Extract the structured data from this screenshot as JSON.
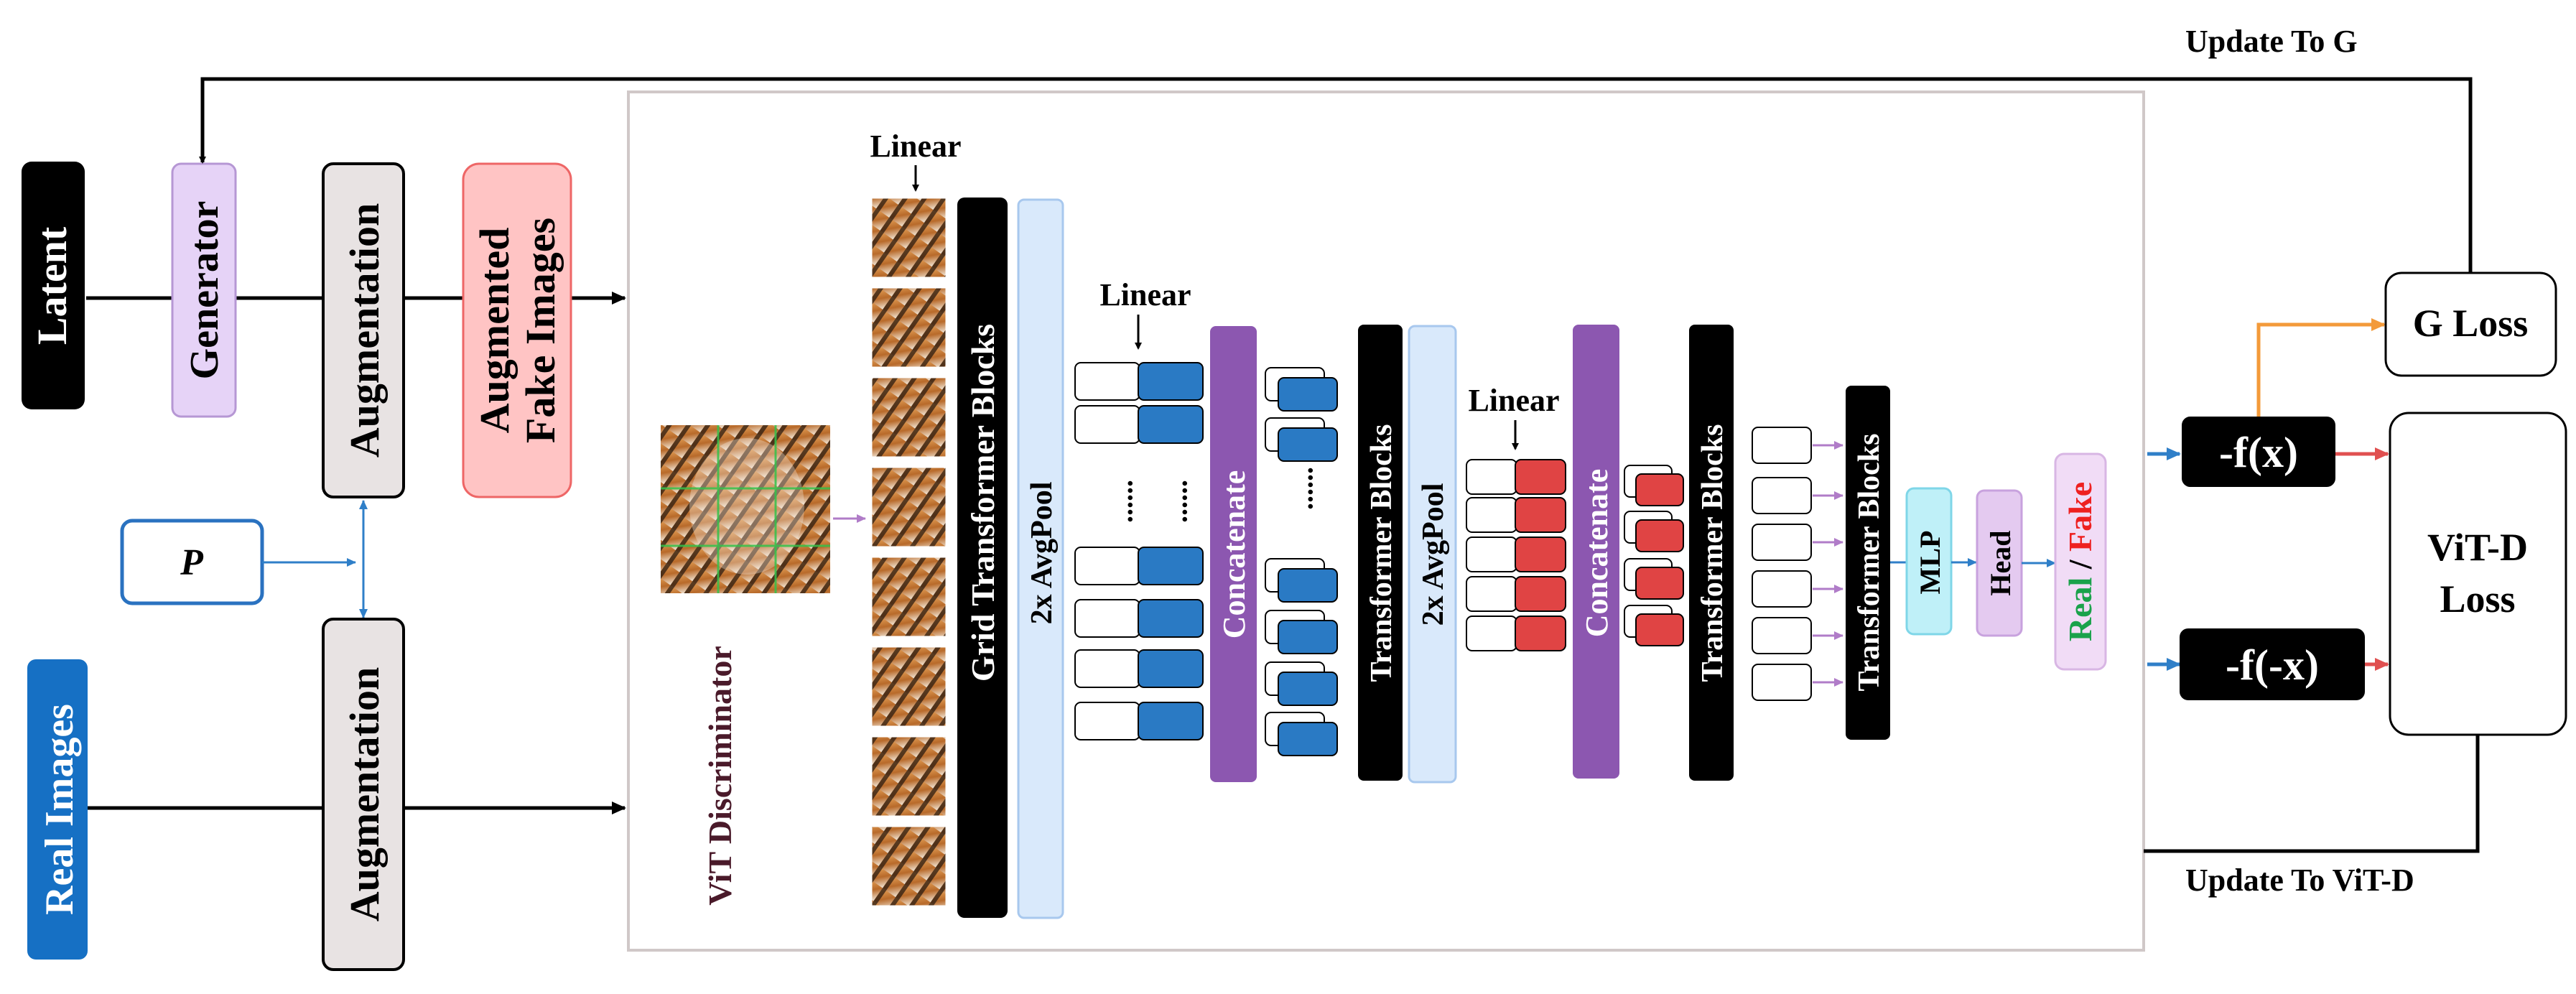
{
  "labels": {
    "latent": "Latent",
    "generator": "Generator",
    "augmentation_top": "Augmentation",
    "augmentation_bottom": "Augmentation",
    "augmented_fake_images": [
      "Augmented",
      "Fake Images"
    ],
    "p": "P",
    "real_images": "Real Images",
    "vit_discriminator": "ViT Discriminator",
    "linear_1": "Linear",
    "linear_2": "Linear",
    "linear_3": "Linear",
    "grid_transformer_blocks": "Grid Transformer Blocks",
    "avgpool_1": "2x AvgPool",
    "avgpool_2": "2x AvgPool",
    "concatenate_1": "Concatenate",
    "concatenate_2": "Concatenate",
    "transformer_blocks_1": "Transformer Blocks",
    "transformer_blocks_2": "Transformer Blocks",
    "transformer_blocks_3": "Transformer Blocks",
    "mlp": "MLP",
    "head": "Head",
    "real": "Real",
    "slash": " / ",
    "fake": "Fake",
    "fx": "-f(x)",
    "f_neg_x": "-f(-x)",
    "g_loss": "G Loss",
    "vitd_loss": [
      "ViT-D",
      "Loss"
    ],
    "update_g": "Update To G",
    "update_vitd": "Update To ViT-D",
    "dots": "......"
  },
  "colors": {
    "black": "#000000",
    "generator_fill": "#e6d3f7",
    "augmentation_fill": "#e8e3e3",
    "fake_fill": "#ffc4c4",
    "real_fill": "#1670c4",
    "p_border": "#2a72c0",
    "avgpool_fill": "#d9e9fb",
    "concat_fill": "#8c57b0",
    "token_blue": "#2a7ac4",
    "token_red": "#e04444",
    "mlp_fill": "#bff0f8",
    "head_fill": "#e4caf0",
    "realfake_fill": "#f1dcf6",
    "real_text": "#1aa24b",
    "fake_text": "#ee2020",
    "arrow_blue": "#2f7fc8",
    "arrow_red": "#e05050",
    "arrow_orange": "#f39a3a",
    "arrow_purple": "#b07cc8",
    "panel_border": "#d0c8c8"
  }
}
